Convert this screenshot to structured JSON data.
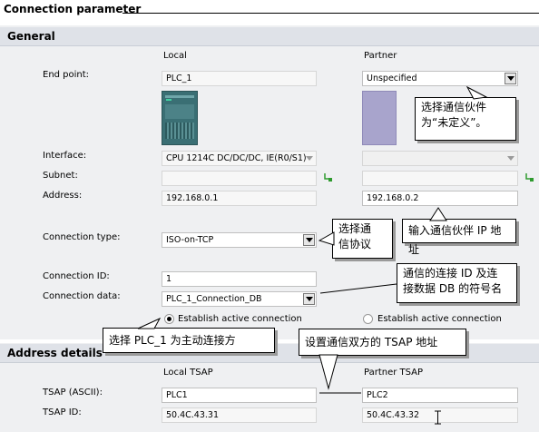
{
  "title": "Connection parameter",
  "general": {
    "heading": "General",
    "local_header": "Local",
    "partner_header": "Partner",
    "rows": {
      "end_point": "End point:",
      "interface": "Interface:",
      "subnet": "Subnet:",
      "address": "Address:",
      "connection_type": "Connection type:",
      "connection_id": "Connection ID:",
      "connection_data": "Connection data:"
    },
    "local": {
      "end_point": "PLC_1",
      "interface": "CPU 1214C DC/DC/DC, IE(R0/S1)",
      "subnet": "",
      "address": "192.168.0.1",
      "connection_type": "ISO-on-TCP",
      "connection_id": "1",
      "connection_data": "PLC_1_Connection_DB",
      "active_radio": "Establish active connection"
    },
    "partner": {
      "end_point": "Unspecified",
      "interface": "",
      "subnet": "",
      "address": "192.168.0.2",
      "active_radio": "Establish active connection"
    }
  },
  "address_details": {
    "heading": "Address details",
    "local_header": "Local TSAP",
    "partner_header": "Partner TSAP",
    "tsap_ascii_label": "TSAP (ASCII):",
    "tsap_id_label": "TSAP ID:",
    "local_tsap_ascii": "PLC1",
    "local_tsap_id": "50.4C.43.31",
    "partner_tsap_ascii": "PLC2",
    "partner_tsap_id": "50.4C.43.32"
  },
  "callouts": {
    "partner_unspecified": [
      "选择通信伙件",
      "为“未定义”。"
    ],
    "protocol": [
      "选择通",
      "信协议"
    ],
    "partner_ip": "输入通信伙伴 IP 地址",
    "conn_id_data": [
      "通信的连接  ID 及连",
      "接数据 DB 的符号名"
    ],
    "active_side": "选择 PLC_1 为主动连接方",
    "tsap": "设置通信双方的 TSAP 地址"
  },
  "colors": {
    "section_bg": "#eff0f2",
    "section_head": "#dfe2e8",
    "cpu_teal": "#3a6f74",
    "partner_violet": "#a8a4cc",
    "net_green": "#2e9a2e"
  }
}
